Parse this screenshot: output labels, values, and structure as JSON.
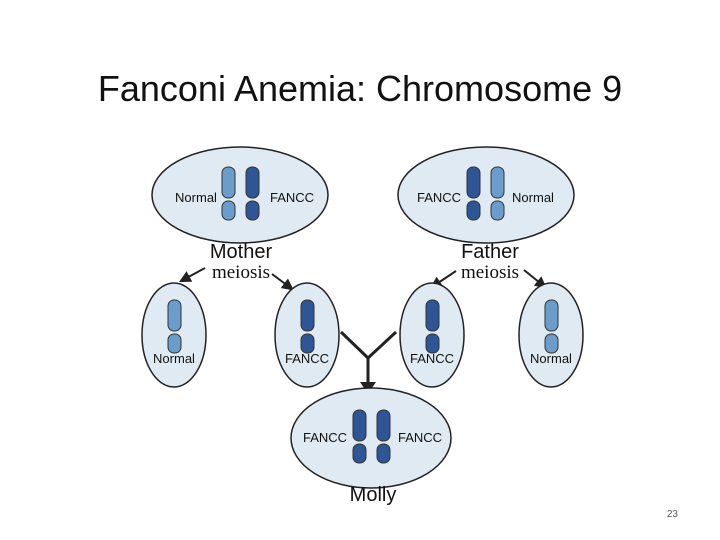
{
  "title": "Fanconi Anemia: Chromosome 9",
  "colors": {
    "cell_fill": "#dfeaf2",
    "normal_chromosome": "#6a9ccc",
    "fancc_chromosome": "#2e5596",
    "arrow": "#222222"
  },
  "mother": {
    "label": "Mother",
    "process": "meiosis",
    "chromosome_left": "Normal",
    "chromosome_right": "FANCC"
  },
  "father": {
    "label": "Father",
    "process": "meiosis",
    "chromosome_left": "FANCC",
    "chromosome_right": "Normal"
  },
  "gametes": [
    {
      "label": "Normal"
    },
    {
      "label": "FANCC"
    },
    {
      "label": "FANCC"
    },
    {
      "label": "Normal"
    }
  ],
  "child": {
    "name": "Molly",
    "chromosome_left": "FANCC",
    "chromosome_right": "FANCC"
  },
  "page_number": "23"
}
